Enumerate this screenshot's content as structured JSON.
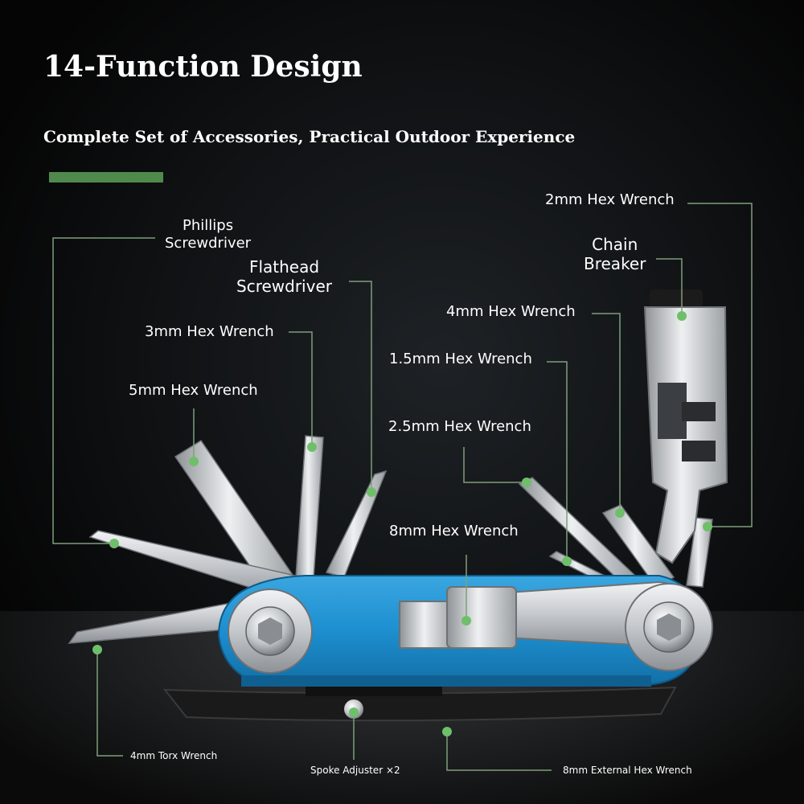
{
  "heading": {
    "title": "14-Function Design",
    "subtitle": "Complete Set of Accessories, Practical Outdoor Experience"
  },
  "labels": {
    "phillips": "Phillips\nScrewdriver",
    "flathead": "Flathead\nScrewdriver",
    "hex3": "3mm Hex Wrench",
    "hex5": "5mm Hex Wrench",
    "hex2": "2mm Hex Wrench",
    "chain": "Chain\nBreaker",
    "hex4": "4mm Hex Wrench",
    "hex15": "1.5mm Hex Wrench",
    "hex25": "2.5mm Hex Wrench",
    "hex8": "8mm Hex Wrench",
    "torx": "4mm Torx Wrench",
    "spoke": "Spoke Adjuster ×2",
    "ext8": "8mm External Hex Wrench"
  },
  "colors": {
    "accent": "#4f8a4c",
    "leader_line": "#7f9e7c",
    "leader_dot": "#6fbf6a",
    "body_blue": "#1d8fd0",
    "steel": "#c9ccd0"
  }
}
